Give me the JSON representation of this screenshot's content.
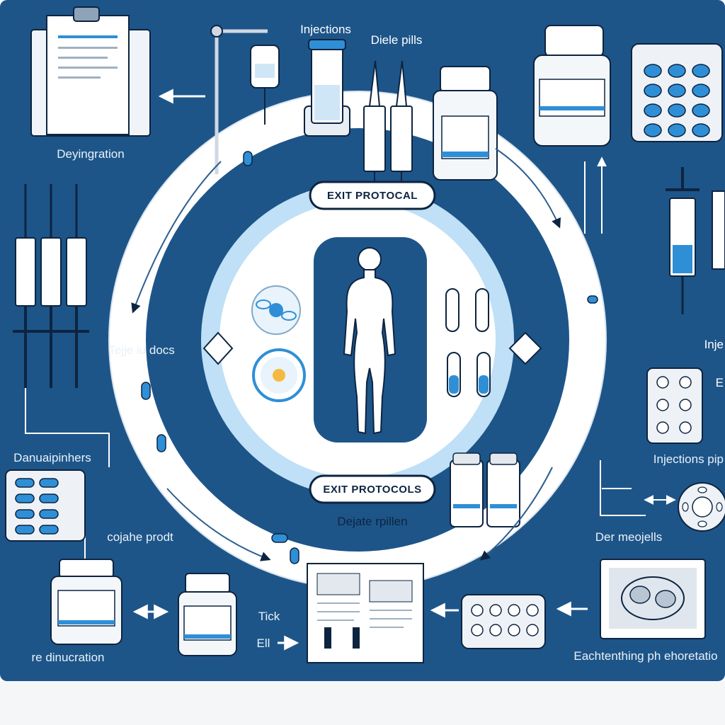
{
  "colors": {
    "panel": "#1d5589",
    "panel_dark": "#174675",
    "ring": "#ffffff",
    "ring_inner": "#cfe6f7",
    "accent": "#2f8fd6",
    "line": "#ffffff",
    "ink": "#0d2440"
  },
  "center": {
    "badge_top": "EXIT PROTOCAL",
    "badge_bottom": "EXIT PROTOCOLS",
    "caption_bottom": "Dejate rpillen"
  },
  "labels": {
    "top_injections": "Injections",
    "top_diele_pills": "Diele pills",
    "left_dehydration": "Deyingration",
    "left_taper_doses": "Tejje iu docs",
    "left_dual_pills": "Danuaipinhers",
    "left_capsule_product": "cojahe prodt",
    "bottom_rehydration": "re dinucration",
    "bottom_tick": "Tick",
    "bottom_ell": "Ell",
    "right_inj": "Inje",
    "right_e": "E",
    "right_injections_pills": "Injections pip",
    "right_der_mediells": "Der meojells",
    "bottom_scan_caption": "Eachtenthing ph ehoretatio"
  },
  "icons": {
    "clipboard": "clipboard-icon",
    "iv_bag": "iv-drip-icon",
    "vial": "vial-icon",
    "syringe": "syringe-icon",
    "pill_bottle": "pill-bottle-icon",
    "blister": "blister-pack-icon",
    "body": "human-body-icon",
    "monitor": "scan-monitor-icon",
    "document": "document-icon"
  }
}
